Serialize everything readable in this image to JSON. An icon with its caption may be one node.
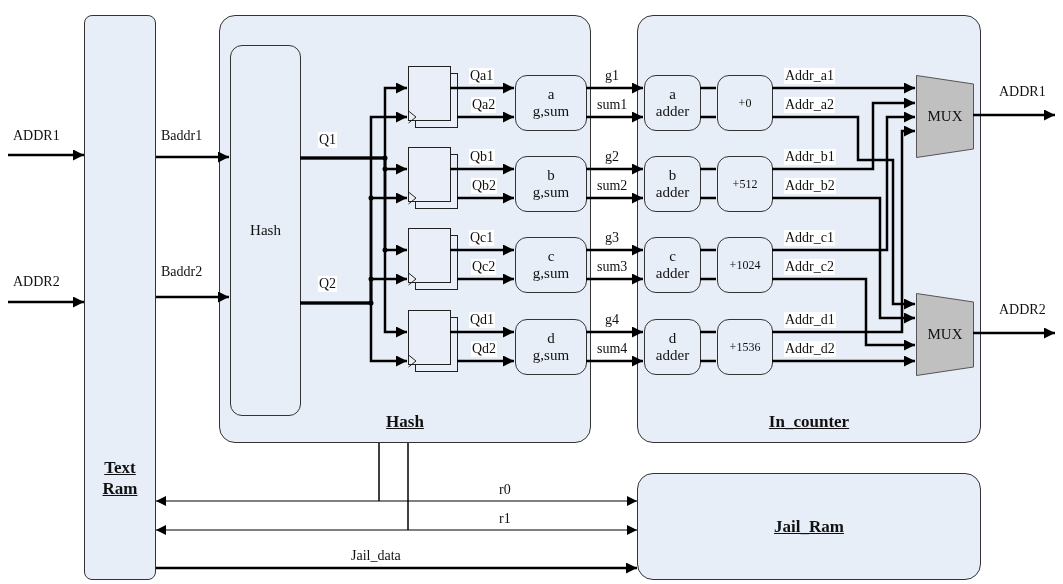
{
  "diagram": {
    "nodes": [
      {
        "text": [
          "Text Ram"
        ]
      },
      {
        "text": [
          "Hash"
        ]
      },
      {
        "text": [
          "Hash"
        ],
        "in": 1
      },
      {
        "text": [],
        "shape": "box",
        "in": 1
      },
      {
        "text": [],
        "shape": "box",
        "in": 1
      },
      {
        "text": [],
        "shape": "box",
        "in": 1
      },
      {
        "text": [],
        "shape": "box",
        "in": 1
      },
      {
        "text": [
          "a",
          "g,sum"
        ],
        "in": 1
      },
      {
        "text": [
          "b",
          "g,sum"
        ],
        "in": 1
      },
      {
        "text": [
          "c",
          "g,sum"
        ],
        "in": 1
      },
      {
        "text": [
          "d",
          "g,sum"
        ],
        "in": 1
      },
      {
        "text": [
          "In_counter"
        ]
      },
      {
        "text": [
          "a",
          "adder"
        ],
        "in": 11
      },
      {
        "text": [
          "b",
          "adder"
        ],
        "in": 11
      },
      {
        "text": [
          "c",
          "adder"
        ],
        "in": 11
      },
      {
        "text": [
          "d",
          "adder"
        ],
        "in": 11
      },
      {
        "text": [
          "+0"
        ],
        "in": 11
      },
      {
        "text": [
          "+512"
        ],
        "in": 11
      },
      {
        "text": [
          "+1024"
        ],
        "in": 11
      },
      {
        "text": [
          "+1536"
        ],
        "in": 11
      },
      {
        "text": [
          "MUX"
        ],
        "in": 11
      },
      {
        "text": [
          "MUX"
        ],
        "in": 11
      },
      {
        "text": [
          "Jail_Ram"
        ]
      }
    ],
    "edges": [
      {
        "from": null,
        "to": 0,
        "arrow": "to",
        "label": "ADDR1"
      },
      {
        "from": null,
        "to": 0,
        "arrow": "to",
        "label": "ADDR2"
      },
      {
        "from": 0,
        "to": 2,
        "arrow": "to",
        "label": "Baddr1"
      },
      {
        "from": 0,
        "to": 2,
        "arrow": "to",
        "label": "Baddr2"
      },
      {
        "from": 2,
        "to": 3,
        "arrow": "to",
        "label": "Q1"
      },
      {
        "from": 2,
        "to": 4,
        "arrow": "to"
      },
      {
        "from": 2,
        "to": 5,
        "arrow": "to"
      },
      {
        "from": 2,
        "to": 6,
        "arrow": "to"
      },
      {
        "from": 2,
        "to": 3,
        "arrow": "to",
        "label": "Q2"
      },
      {
        "from": 2,
        "to": 4,
        "arrow": "to"
      },
      {
        "from": 2,
        "to": 5,
        "arrow": "to"
      },
      {
        "from": 2,
        "to": 6,
        "arrow": "to"
      },
      {
        "from": 3,
        "to": 7,
        "arrow": "to",
        "label": "Qa1"
      },
      {
        "from": 3,
        "to": 7,
        "arrow": "to",
        "label": "Qa2"
      },
      {
        "from": 4,
        "to": 8,
        "arrow": "to",
        "label": "Qb1"
      },
      {
        "from": 4,
        "to": 8,
        "arrow": "to",
        "label": "Qb2"
      },
      {
        "from": 5,
        "to": 9,
        "arrow": "to",
        "label": "Qc1"
      },
      {
        "from": 5,
        "to": 9,
        "arrow": "to",
        "label": "Qc2"
      },
      {
        "from": 6,
        "to": 10,
        "arrow": "to",
        "label": "Qd1"
      },
      {
        "from": 6,
        "to": 10,
        "arrow": "to",
        "label": "Qd2"
      },
      {
        "from": 7,
        "to": 12,
        "arrow": "to",
        "label": "g1"
      },
      {
        "from": 7,
        "to": 12,
        "arrow": "to",
        "label": "sum1"
      },
      {
        "from": 8,
        "to": 13,
        "arrow": "to",
        "label": "g2"
      },
      {
        "from": 8,
        "to": 13,
        "arrow": "to",
        "label": "sum2"
      },
      {
        "from": 9,
        "to": 14,
        "arrow": "to",
        "label": "g3"
      },
      {
        "from": 9,
        "to": 14,
        "arrow": "to",
        "label": "sum3"
      },
      {
        "from": 10,
        "to": 15,
        "arrow": "to",
        "label": "g4"
      },
      {
        "from": 10,
        "to": 15,
        "arrow": "to",
        "label": "sum4"
      },
      {
        "from": 12,
        "to": 16,
        "arrow": "none"
      },
      {
        "from": 12,
        "to": 16,
        "arrow": "none"
      },
      {
        "from": 13,
        "to": 17,
        "arrow": "none"
      },
      {
        "from": 13,
        "to": 17,
        "arrow": "none"
      },
      {
        "from": 14,
        "to": 18,
        "arrow": "none"
      },
      {
        "from": 14,
        "to": 18,
        "arrow": "none"
      },
      {
        "from": 15,
        "to": 19,
        "arrow": "none"
      },
      {
        "from": 15,
        "to": 19,
        "arrow": "none"
      },
      {
        "from": 16,
        "to": 20,
        "arrow": "to",
        "label": "Addr_a1"
      },
      {
        "from": 16,
        "to": 21,
        "arrow": "to",
        "label": "Addr_a2"
      },
      {
        "from": 17,
        "to": 20,
        "arrow": "to",
        "label": "Addr_b1"
      },
      {
        "from": 17,
        "to": 21,
        "arrow": "to",
        "label": "Addr_b2"
      },
      {
        "from": 18,
        "to": 20,
        "arrow": "to",
        "label": "Addr_c1"
      },
      {
        "from": 18,
        "to": 21,
        "arrow": "to",
        "label": "Addr_c2"
      },
      {
        "from": 19,
        "to": 20,
        "arrow": "to",
        "label": "Addr_d1"
      },
      {
        "from": 19,
        "to": 21,
        "arrow": "to",
        "label": "Addr_d2"
      },
      {
        "from": 20,
        "to": null,
        "arrow": "to",
        "label": "ADDR1"
      },
      {
        "from": 21,
        "to": null,
        "arrow": "to",
        "label": "ADDR2"
      },
      {
        "from": 1,
        "to": 0,
        "arrow": "to"
      },
      {
        "from": 1,
        "to": 22,
        "arrow": "to",
        "label": "r0"
      },
      {
        "from": 1,
        "to": 0,
        "arrow": "to"
      },
      {
        "from": 1,
        "to": 22,
        "arrow": "to",
        "label": "r1"
      },
      {
        "from": 0,
        "to": 22,
        "arrow": "to",
        "label": "Jail_data"
      }
    ]
  }
}
